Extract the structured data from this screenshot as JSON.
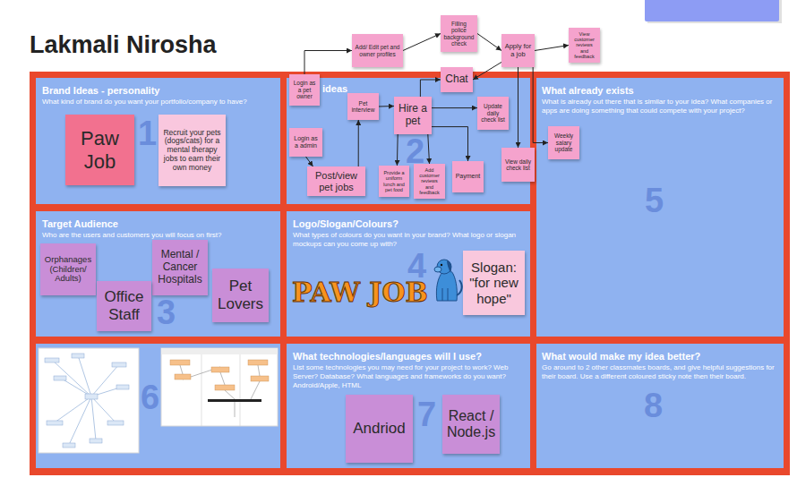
{
  "diagram": {
    "title": "Lakmali Nirosha",
    "nodes": [
      {
        "text": [
          "Add/ Edit pet and owner profiles"
        ]
      },
      {
        "text": [
          "Filling police background check"
        ]
      },
      {
        "text": [
          "Apply for a job"
        ]
      },
      {
        "text": [
          "View customer reviews and feedback"
        ]
      },
      {
        "text": [
          "Chat"
        ]
      },
      {
        "text": [
          "Brand Ideas - personality",
          "What kind of brand do you want your portfolio/company to have?",
          "1"
        ]
      },
      {
        "text": [
          "Paw Job"
        ],
        "in": 5
      },
      {
        "text": [
          "Recruit your pets (dogs/cats) for a mental therapy jobs to earn their own money"
        ],
        "in": 5
      },
      {
        "text": [
          "ideas",
          "2"
        ]
      },
      {
        "text": [
          "Login as a pet owner"
        ],
        "in": 8
      },
      {
        "text": [
          "Pet interview"
        ],
        "in": 8
      },
      {
        "text": [
          "Hire a pet"
        ],
        "in": 8
      },
      {
        "text": [
          "Update daily check list"
        ],
        "in": 8
      },
      {
        "text": [
          "Login as a admin"
        ],
        "in": 8
      },
      {
        "text": [
          "Post/view pet jobs"
        ],
        "in": 8
      },
      {
        "text": [
          "Provide a uniform lunch and pet food"
        ],
        "in": 8
      },
      {
        "text": [
          "Add customer reviews and feedback"
        ],
        "in": 8
      },
      {
        "text": [
          "Payment"
        ],
        "in": 8
      },
      {
        "text": [
          "View daily check list"
        ],
        "in": 8
      },
      {
        "text": [
          "What already exists",
          "What is already out there that is similar to your idea? What companies or apps are doing something that could compete with your project?",
          "5"
        ]
      },
      {
        "text": [
          "Weekly salary update"
        ],
        "in": 19
      },
      {
        "text": [
          "Target Audience",
          "Who are the users and customers you will focus on first?",
          "3"
        ]
      },
      {
        "text": [
          "Orphanages (Children/ Adults)"
        ],
        "in": 21
      },
      {
        "text": [
          "Mental / Cancer Hospitals"
        ],
        "in": 21
      },
      {
        "text": [
          "Office Staff"
        ],
        "in": 21
      },
      {
        "text": [
          "Pet Lovers"
        ],
        "in": 21
      },
      {
        "text": [
          "Logo/Slogan/Colours?",
          "What types of colours do you want in your brand? What logo or slogan mockups can you come up with?",
          "4"
        ]
      },
      {
        "text": [
          "Slogan: \"for new hope\""
        ],
        "in": 26
      },
      {
        "text": [
          "6"
        ]
      },
      {
        "text": [
          "What technologies/languages will I use?",
          "List some technologies you may need for your project to work? Web Server? Database? What languages and frameworks do you want? Android/Apple, HTML",
          "7"
        ]
      },
      {
        "text": [
          "Andriod"
        ],
        "in": 29
      },
      {
        "text": [
          "React / Node.js"
        ],
        "in": 29
      },
      {
        "text": [
          "What would make my idea better?",
          "Go around to 2 other classmates boards, and give helpful suggestions for their board. Use a different coloured sticky note then their board.",
          "8"
        ]
      }
    ],
    "edges": [
      {
        "from": 9,
        "to": 0,
        "arrow": "to"
      },
      {
        "from": 0,
        "to": 1,
        "arrow": "to"
      },
      {
        "from": 1,
        "to": 2,
        "arrow": "to"
      },
      {
        "from": 2,
        "to": 3,
        "arrow": "to"
      },
      {
        "from": 2,
        "to": 20,
        "arrow": "to"
      },
      {
        "from": 2,
        "to": 18,
        "arrow": "to"
      },
      {
        "from": 2,
        "to": 4,
        "arrow": "to"
      },
      {
        "from": 11,
        "to": 4,
        "arrow": "to"
      },
      {
        "from": 10,
        "to": 11,
        "arrow": "to"
      },
      {
        "from": 13,
        "to": 14,
        "arrow": "to"
      },
      {
        "from": 14,
        "to": 10,
        "arrow": "to"
      },
      {
        "from": 11,
        "to": 15,
        "arrow": "to"
      },
      {
        "from": 11,
        "to": 16,
        "arrow": "to"
      },
      {
        "from": 11,
        "to": 17,
        "arrow": "to"
      },
      {
        "from": 11,
        "to": 12,
        "arrow": "to"
      }
    ],
    "labels": [
      "PAW JOB"
    ]
  }
}
